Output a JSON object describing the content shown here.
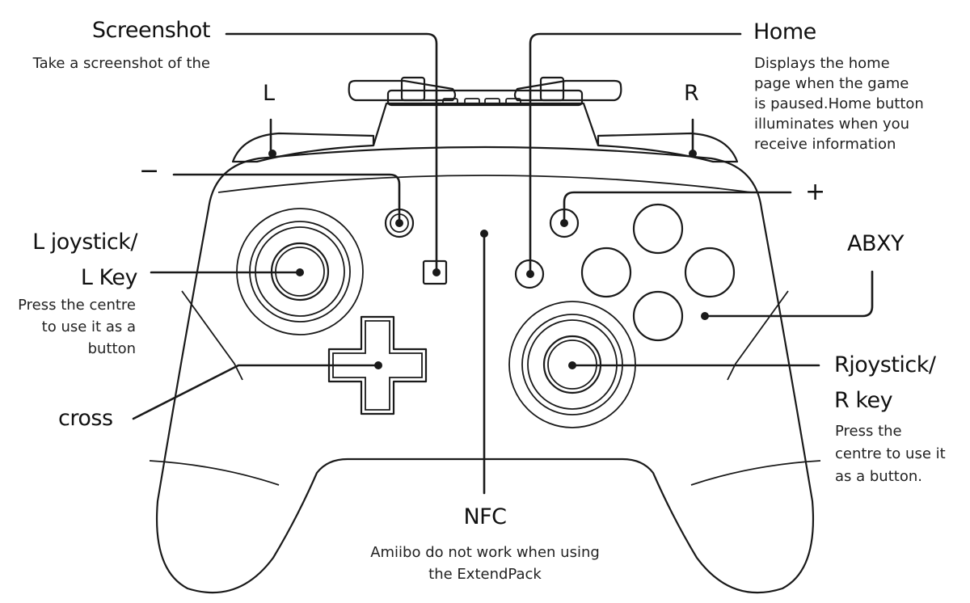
{
  "labels": {
    "screenshot": {
      "title": "Screenshot",
      "desc": "Take a screenshot of the"
    },
    "home": {
      "title": "Home",
      "desc": [
        "Displays the home",
        "page when the game",
        "is paused.Home button",
        "illuminates when you",
        "receive information"
      ]
    },
    "l": "L",
    "r": "R",
    "minus": "−",
    "plus": "+",
    "l_joystick": {
      "title": [
        "L joystick/",
        "L Key"
      ],
      "desc": [
        "Press the centre",
        "to use it as a",
        "button"
      ]
    },
    "abxy": "ABXY",
    "r_joystick": {
      "title": [
        "Rjoystick/",
        "R key"
      ],
      "desc": [
        "Press the",
        "centre to use it",
        "as a button."
      ]
    },
    "cross": "cross",
    "nfc": {
      "title": "NFC",
      "desc": [
        "Amiibo do not work when using",
        "the ExtendPack"
      ]
    }
  },
  "colors": {
    "line": "#1a1a1a",
    "text": "#111111",
    "background": "#ffffff"
  }
}
